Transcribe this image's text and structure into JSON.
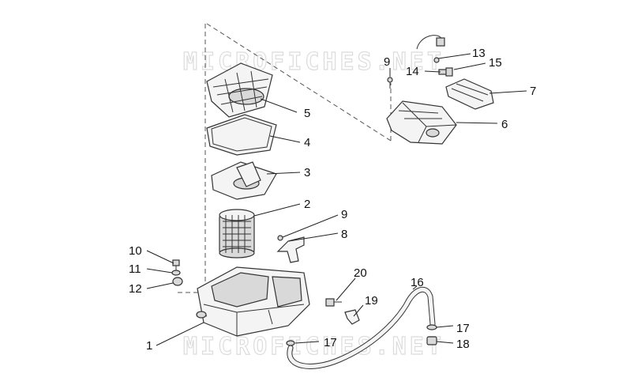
{
  "watermark": {
    "top": "MICROFICHES.NET",
    "bottom": "MICROFICHES.NET"
  },
  "callouts": {
    "c1": "1",
    "c2": "2",
    "c3": "3",
    "c4": "4",
    "c5": "5",
    "c6": "6",
    "c7": "7",
    "c8": "8",
    "c9a": "9",
    "c9b": "9",
    "c10": "10",
    "c11": "11",
    "c12": "12",
    "c13": "13",
    "c14": "14",
    "c15": "15",
    "c16": "16",
    "c17a": "17",
    "c17b": "17",
    "c18": "18",
    "c19": "19",
    "c20": "20"
  }
}
